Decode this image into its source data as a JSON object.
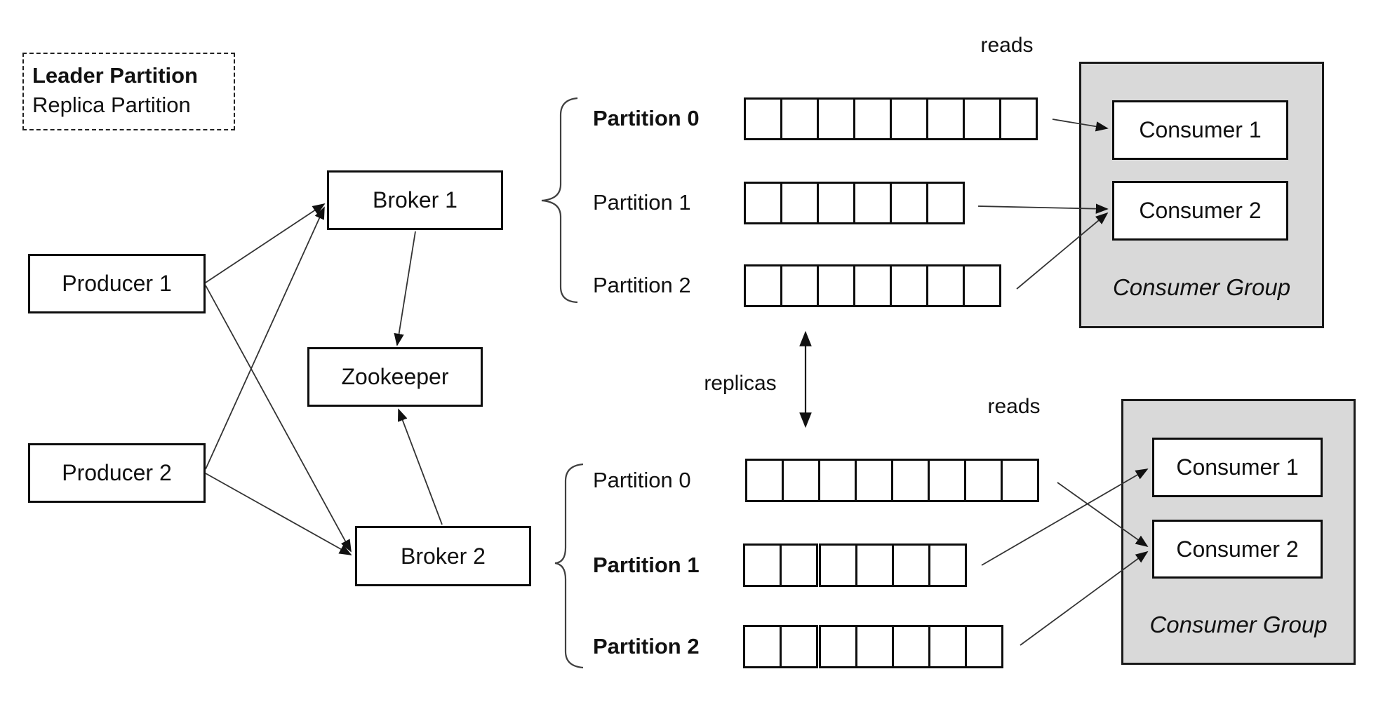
{
  "legend": {
    "line1": "Leader Partition",
    "line2": "Replica Partition"
  },
  "nodes": {
    "producer1": "Producer 1",
    "producer2": "Producer 2",
    "broker1": "Broker 1",
    "broker2": "Broker 2",
    "zookeeper": "Zookeeper"
  },
  "annotations": {
    "reads_top": "reads",
    "reads_bottom": "reads",
    "replicas": "replicas"
  },
  "topic_top": {
    "rows": [
      {
        "label": "Partition 0",
        "bold": true,
        "segments": [
          8
        ]
      },
      {
        "label": "Partition 1",
        "bold": false,
        "segments": [
          6
        ]
      },
      {
        "label": "Partition 2",
        "bold": false,
        "segments": [
          7
        ]
      }
    ]
  },
  "topic_bottom": {
    "rows": [
      {
        "label": "Partition 0",
        "bold": false,
        "segments": [
          8
        ]
      },
      {
        "label": "Partition 1",
        "bold": true,
        "segments": [
          2,
          4
        ]
      },
      {
        "label": "Partition 2",
        "bold": true,
        "segments": [
          2,
          5
        ]
      }
    ]
  },
  "consumer_groups": [
    {
      "title": "Consumer Group",
      "consumers": [
        "Consumer 1",
        "Consumer 2"
      ]
    },
    {
      "title": "Consumer Group",
      "consumers": [
        "Consumer 1",
        "Consumer 2"
      ]
    }
  ],
  "colors": {
    "group_fill": "#d9d9d9",
    "stroke": "#111111",
    "connector": "#333333"
  }
}
